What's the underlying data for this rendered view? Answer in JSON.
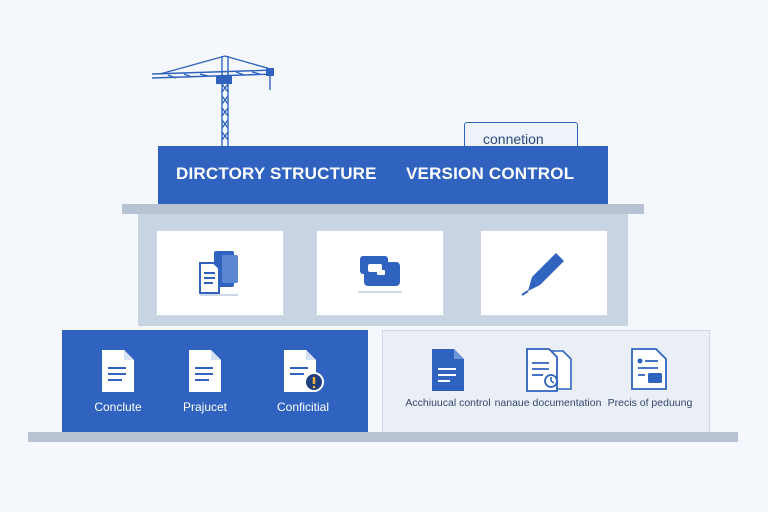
{
  "roof": {
    "left_label": "DIRCTORY STRUCTURE",
    "right_label": "VERSION CONTROL",
    "tab_label": "connetion"
  },
  "upper_panels": [
    {
      "icon": "folder-documents-icon"
    },
    {
      "icon": "folder-icon"
    },
    {
      "icon": "pen-icon"
    }
  ],
  "lower_left_items": [
    {
      "label": "Conclute",
      "icon": "document-icon"
    },
    {
      "label": "Prajucet",
      "icon": "document-icon"
    },
    {
      "label": "Conficitial",
      "icon": "document-alert-icon"
    }
  ],
  "lower_right_items": [
    {
      "label": "Acchiuucal control",
      "icon": "document-icon"
    },
    {
      "label": "nanaue documentation",
      "icon": "documents-clock-icon"
    },
    {
      "label": "Precis of peduung",
      "icon": "document-list-icon"
    }
  ],
  "colors": {
    "brand_blue": "#2f63bf",
    "frame_gray": "#c9d4e2",
    "background": "#f4f7fb"
  }
}
